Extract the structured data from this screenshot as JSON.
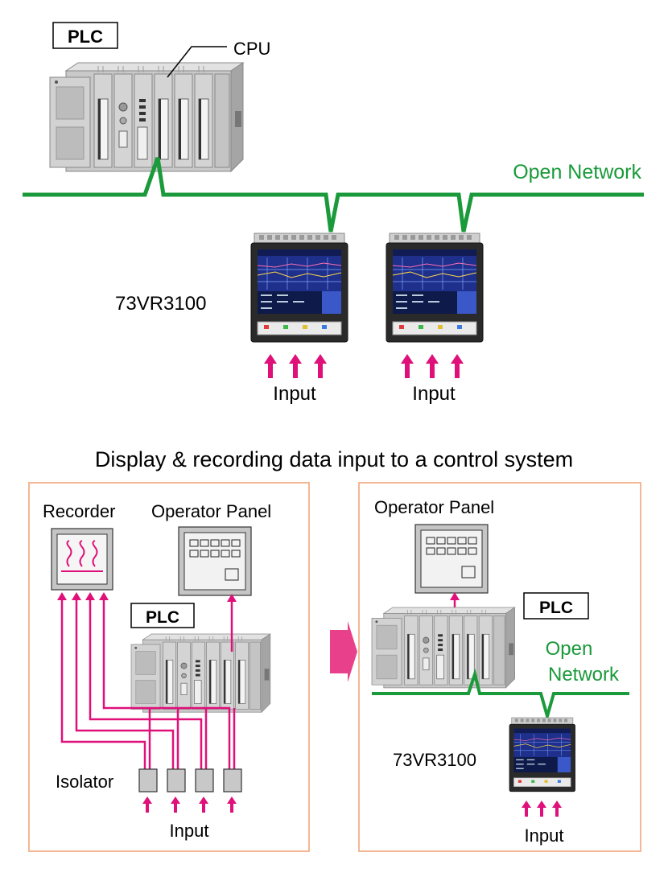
{
  "colors": {
    "network_green": "#1a9a3a",
    "signal_magenta": "#e0107a",
    "frame_orange": "#f3b796",
    "transition_arrow": "#e8408a",
    "plc_gray": "#c8c8c8"
  },
  "top": {
    "plc_label": "PLC",
    "cpu_label": "CPU",
    "network_label": "Open Network",
    "recorder_label": "73VR3100",
    "input_label_left": "Input",
    "input_label_right": "Input"
  },
  "caption": "Display & recording data input to a control system",
  "before_panel": {
    "recorder_label": "Recorder",
    "operator_panel_label": "Operator Panel",
    "plc_label": "PLC",
    "isolator_label": "Isolator",
    "input_label": "Input"
  },
  "after_panel": {
    "operator_panel_label": "Operator Panel",
    "plc_label": "PLC",
    "network_label_line1": "Open",
    "network_label_line2": "Network",
    "recorder_label": "73VR3100",
    "input_label": "Input"
  },
  "icons": {
    "plc": "plc-rack-icon",
    "recorder": "paperless-recorder-icon",
    "chart_recorder": "chart-recorder-icon",
    "operator_panel": "operator-panel-icon",
    "isolator": "isolator-icon",
    "arrow": "transition-arrow-icon"
  }
}
